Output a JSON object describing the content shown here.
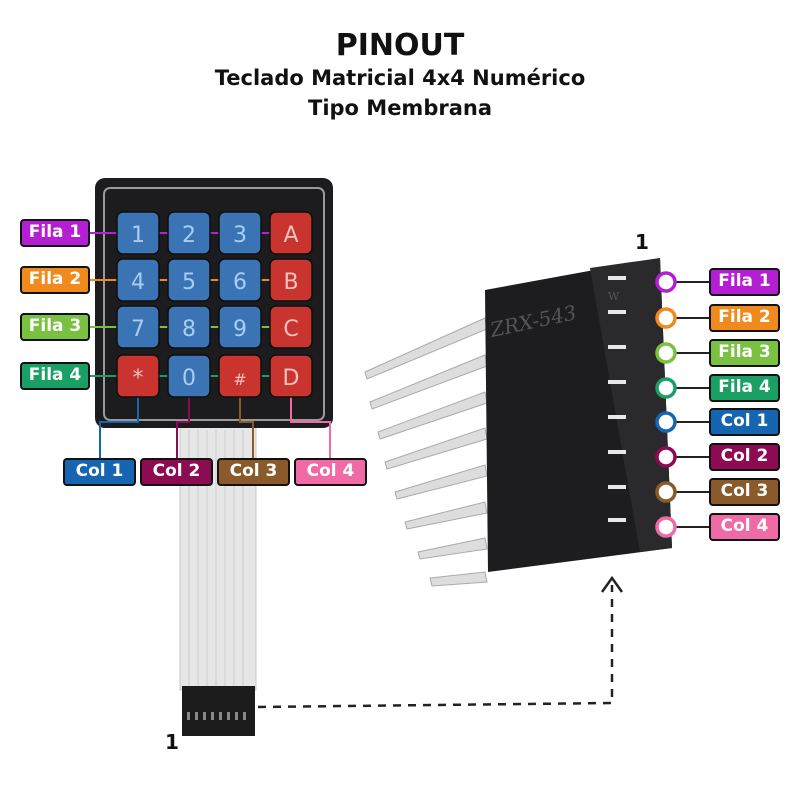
{
  "title": "PINOUT",
  "subtitle_line1": "Teclado Matricial 4x4 Numérico",
  "subtitle_line2": "Tipo Membrana",
  "keys": [
    {
      "label": "1",
      "type": "num"
    },
    {
      "label": "2",
      "type": "num"
    },
    {
      "label": "3",
      "type": "num"
    },
    {
      "label": "A",
      "type": "letter"
    },
    {
      "label": "4",
      "type": "num"
    },
    {
      "label": "5",
      "type": "num"
    },
    {
      "label": "6",
      "type": "num"
    },
    {
      "label": "B",
      "type": "letter"
    },
    {
      "label": "7",
      "type": "num"
    },
    {
      "label": "8",
      "type": "num"
    },
    {
      "label": "9",
      "type": "num"
    },
    {
      "label": "C",
      "type": "letter"
    },
    {
      "label": "*",
      "type": "letter"
    },
    {
      "label": "0",
      "type": "num"
    },
    {
      "label": "#",
      "type": "letter"
    },
    {
      "label": "D",
      "type": "letter"
    }
  ],
  "row_labels": [
    {
      "text": "Fila 1",
      "color": "#b51fd3"
    },
    {
      "text": "Fila 2",
      "color": "#f08a1c"
    },
    {
      "text": "Fila 3",
      "color": "#7ac142"
    },
    {
      "text": "Fila 4",
      "color": "#1aa064"
    }
  ],
  "col_labels": [
    {
      "text": "Col 1",
      "color": "#1565b0"
    },
    {
      "text": "Col 2",
      "color": "#8c0b52"
    },
    {
      "text": "Col 3",
      "color": "#8a5a2b"
    },
    {
      "text": "Col 4",
      "color": "#f06aa6"
    }
  ],
  "connector_text": "ZRX-543",
  "connector_w": "W",
  "pin1_left": "1",
  "pin1_right": "1",
  "colors": {
    "key_num": "#3b74b5",
    "key_letter": "#c9342f",
    "body": "#1c1c1e"
  }
}
